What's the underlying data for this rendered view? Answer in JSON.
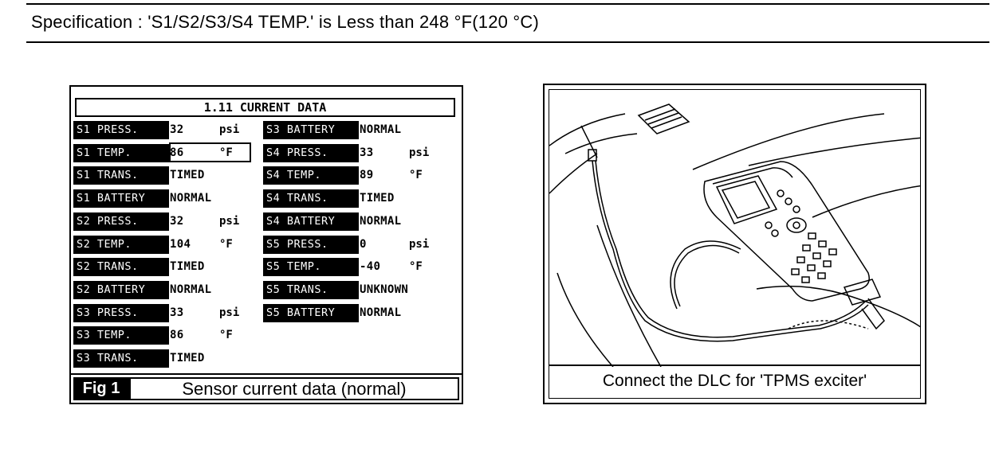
{
  "specification": "Specification : 'S1/S2/S3/S4 TEMP.' is Less than 248 °F(120 °C)",
  "fig1": {
    "screen_title": "1.11 CURRENT DATA",
    "left_column": [
      {
        "label": "S1 PRESS.",
        "value": "32",
        "unit": "psi"
      },
      {
        "label": "S1 TEMP.",
        "value": "86",
        "unit": "°F"
      },
      {
        "label": "S1 TRANS.",
        "value": "TIMED",
        "unit": ""
      },
      {
        "label": "S1 BATTERY",
        "value": "NORMAL",
        "unit": ""
      },
      {
        "label": "S2 PRESS.",
        "value": "32",
        "unit": "psi"
      },
      {
        "label": "S2 TEMP.",
        "value": "104",
        "unit": "°F"
      },
      {
        "label": "S2 TRANS.",
        "value": "TIMED",
        "unit": ""
      },
      {
        "label": "S2 BATTERY",
        "value": "NORMAL",
        "unit": ""
      },
      {
        "label": "S3 PRESS.",
        "value": "33",
        "unit": "psi"
      },
      {
        "label": "S3 TEMP.",
        "value": "86",
        "unit": "°F"
      },
      {
        "label": "S3 TRANS.",
        "value": "TIMED",
        "unit": ""
      }
    ],
    "right_column": [
      {
        "label": "S3 BATTERY",
        "value": "NORMAL",
        "unit": ""
      },
      {
        "label": "S4 PRESS.",
        "value": "33",
        "unit": "psi"
      },
      {
        "label": "S4 TEMP.",
        "value": "89",
        "unit": "°F"
      },
      {
        "label": "S4 TRANS.",
        "value": "TIMED",
        "unit": ""
      },
      {
        "label": "S4 BATTERY",
        "value": "NORMAL",
        "unit": ""
      },
      {
        "label": "S5 PRESS.",
        "value": "0",
        "unit": "psi"
      },
      {
        "label": "S5 TEMP.",
        "value": "-40",
        "unit": "°F"
      },
      {
        "label": "S5 TRANS.",
        "value": "UNKNOWN",
        "unit": ""
      },
      {
        "label": "S5 BATTERY",
        "value": "NORMAL",
        "unit": ""
      }
    ],
    "tag": "Fig 1",
    "caption": "Sensor current data (normal)"
  },
  "fig2": {
    "caption": "Connect the DLC for 'TPMS exciter'"
  }
}
